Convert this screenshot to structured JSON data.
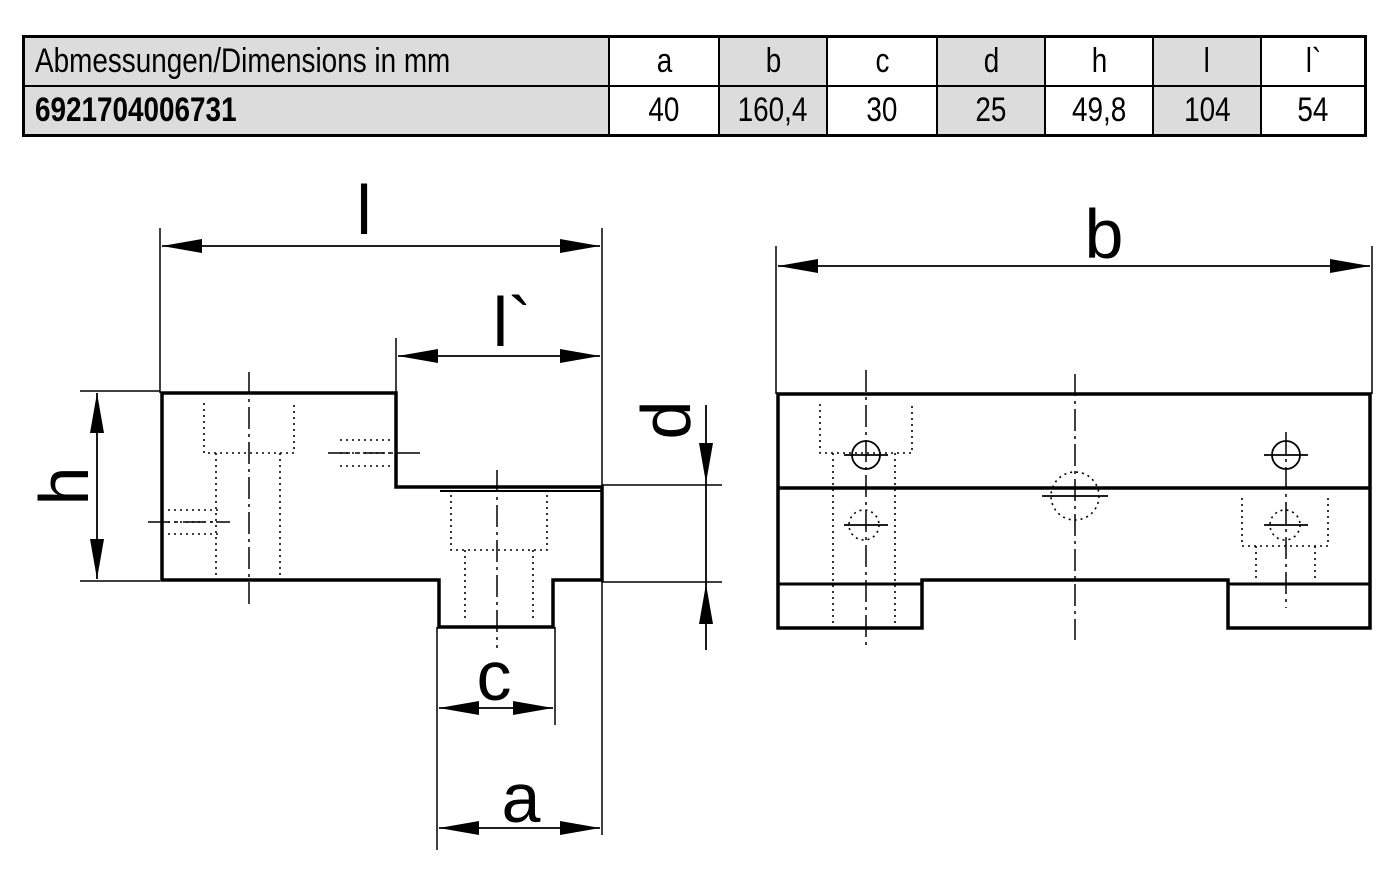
{
  "table": {
    "header_label": "Abmessungen/Dimensions in mm",
    "part_number": "6921704006731",
    "columns": [
      {
        "key": "a",
        "value": "40",
        "shaded": false
      },
      {
        "key": "b",
        "value": "160,4",
        "shaded": true
      },
      {
        "key": "c",
        "value": "30",
        "shaded": false
      },
      {
        "key": "d",
        "value": "25",
        "shaded": true
      },
      {
        "key": "h",
        "value": "49,8",
        "shaded": false
      },
      {
        "key": "l",
        "value": "104",
        "shaded": true
      },
      {
        "key": "l`",
        "value": "54",
        "shaded": false
      }
    ]
  },
  "labels": {
    "l": "l",
    "l_prime": "l`",
    "h": "h",
    "d": "d",
    "c": "c",
    "a": "a",
    "b": "b"
  }
}
